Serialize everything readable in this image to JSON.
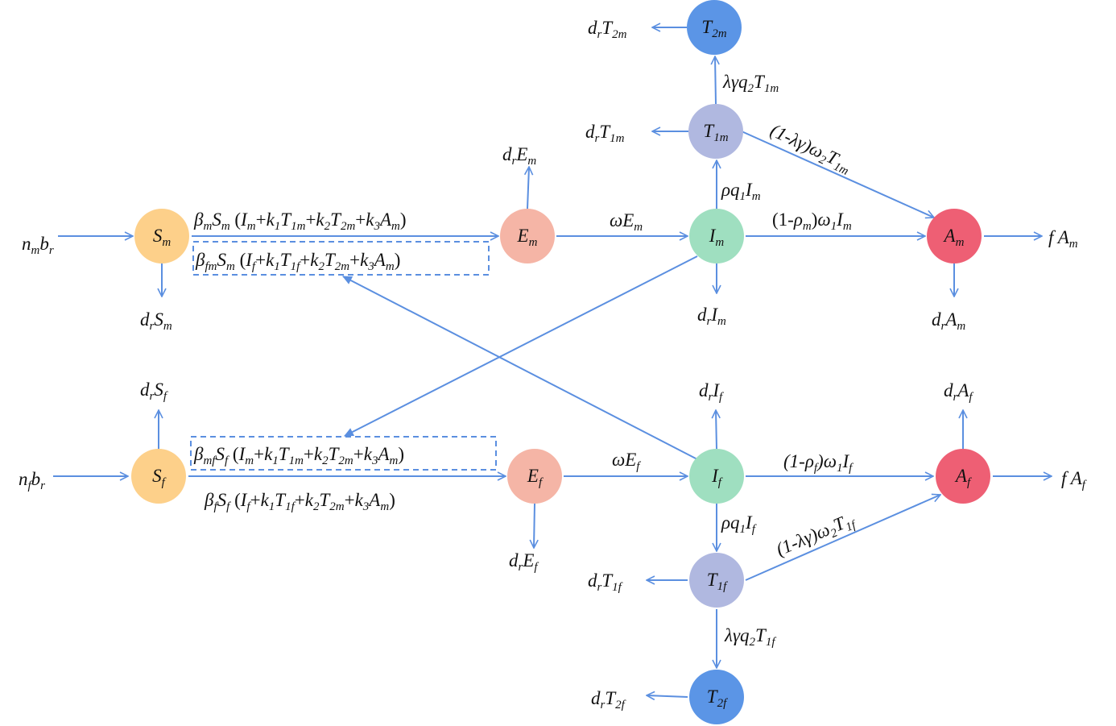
{
  "colors": {
    "arrow": "#5b8fe0",
    "susceptible": "#fdd08a",
    "exposed": "#f5b5a6",
    "infected": "#9fdfc0",
    "treated1": "#b0b8e0",
    "treated2": "#5b95e6",
    "aids": "#ee5f74"
  },
  "nodes": [
    {
      "id": "Sm",
      "base": "S",
      "sub": "m",
      "fill": "susceptible"
    },
    {
      "id": "Em",
      "base": "E",
      "sub": "m",
      "fill": "exposed"
    },
    {
      "id": "Im",
      "base": "I",
      "sub": "m",
      "fill": "infected"
    },
    {
      "id": "Am",
      "base": "A",
      "sub": "m",
      "fill": "aids"
    },
    {
      "id": "T1m",
      "base": "T",
      "sub": "1m",
      "fill": "treated1"
    },
    {
      "id": "T2m",
      "base": "T",
      "sub": "2m",
      "fill": "treated2"
    },
    {
      "id": "Sf",
      "base": "S",
      "sub": "f",
      "fill": "susceptible"
    },
    {
      "id": "Ef",
      "base": "E",
      "sub": "f",
      "fill": "exposed"
    },
    {
      "id": "If",
      "base": "I",
      "sub": "f",
      "fill": "infected"
    },
    {
      "id": "Af",
      "base": "A",
      "sub": "f",
      "fill": "aids"
    },
    {
      "id": "T1f",
      "base": "T",
      "sub": "1f",
      "fill": "treated1"
    },
    {
      "id": "T2f",
      "base": "T",
      "sub": "2f",
      "fill": "treated2"
    }
  ],
  "labels": [
    {
      "id": "inflow-m",
      "parts": [
        [
          "n",
          "i"
        ],
        [
          "m",
          "s"
        ],
        [
          "b",
          "i"
        ],
        [
          "r",
          "s"
        ]
      ]
    },
    {
      "id": "death-Sm",
      "parts": [
        [
          "d",
          "i"
        ],
        [
          "r",
          "s"
        ],
        [
          "S",
          "i"
        ],
        [
          "m",
          "s"
        ]
      ]
    },
    {
      "id": "death-Em",
      "parts": [
        [
          "d",
          "i"
        ],
        [
          "r",
          "s"
        ],
        [
          "E",
          "i"
        ],
        [
          "m",
          "s"
        ]
      ]
    },
    {
      "id": "death-Im",
      "parts": [
        [
          "d",
          "i"
        ],
        [
          "r",
          "s"
        ],
        [
          "I",
          "i"
        ],
        [
          "m",
          "s"
        ]
      ]
    },
    {
      "id": "death-Am",
      "parts": [
        [
          "d",
          "i"
        ],
        [
          "r",
          "s"
        ],
        [
          "A",
          "i"
        ],
        [
          "m",
          "s"
        ]
      ]
    },
    {
      "id": "death-T1m",
      "parts": [
        [
          "d",
          "i"
        ],
        [
          "r",
          "s"
        ],
        [
          "T",
          "i"
        ],
        [
          "1m",
          "s"
        ]
      ]
    },
    {
      "id": "death-T2m",
      "parts": [
        [
          "d",
          "i"
        ],
        [
          "r",
          "s"
        ],
        [
          "T",
          "i"
        ],
        [
          "2m",
          "s"
        ]
      ]
    },
    {
      "id": "out-Am",
      "parts": [
        [
          "f A",
          "i"
        ],
        [
          "m",
          "s"
        ]
      ]
    },
    {
      "id": "infect-mm",
      "parts": [
        [
          "β",
          "i"
        ],
        [
          "m",
          "s"
        ],
        [
          "S",
          "i"
        ],
        [
          "m",
          "s"
        ],
        [
          "  (",
          "n"
        ],
        [
          "I",
          "i"
        ],
        [
          "m",
          "s"
        ],
        [
          "+",
          "n"
        ],
        [
          "k",
          "i"
        ],
        [
          "1",
          "s"
        ],
        [
          "T",
          "i"
        ],
        [
          "1m",
          "s"
        ],
        [
          "+",
          "n"
        ],
        [
          "k",
          "i"
        ],
        [
          "2",
          "s"
        ],
        [
          "T",
          "i"
        ],
        [
          "2m",
          "s"
        ],
        [
          "+",
          "n"
        ],
        [
          "k",
          "i"
        ],
        [
          "3",
          "s"
        ],
        [
          "A",
          "i"
        ],
        [
          "m",
          "s"
        ],
        [
          ")",
          "n"
        ]
      ]
    },
    {
      "id": "infect-fm",
      "parts": [
        [
          "β",
          "i"
        ],
        [
          "fm",
          "s"
        ],
        [
          "S",
          "i"
        ],
        [
          "m",
          "s"
        ],
        [
          "  (",
          "n"
        ],
        [
          "I",
          "i"
        ],
        [
          "f",
          "s"
        ],
        [
          "+",
          "n"
        ],
        [
          "k",
          "i"
        ],
        [
          "1",
          "s"
        ],
        [
          "T",
          "i"
        ],
        [
          "1f",
          "s"
        ],
        [
          "+",
          "n"
        ],
        [
          "k",
          "i"
        ],
        [
          "2",
          "s"
        ],
        [
          "T",
          "i"
        ],
        [
          "2m",
          "s"
        ],
        [
          "+",
          "n"
        ],
        [
          "k",
          "i"
        ],
        [
          "3",
          "s"
        ],
        [
          "A",
          "i"
        ],
        [
          "m",
          "s"
        ],
        [
          ")",
          "n"
        ]
      ]
    },
    {
      "id": "prog-Em",
      "parts": [
        [
          "ωE",
          "i"
        ],
        [
          "m",
          "s"
        ]
      ]
    },
    {
      "id": "prog-Im-Am",
      "parts": [
        [
          "(1-",
          "n"
        ],
        [
          "ρ",
          "i"
        ],
        [
          "m",
          "s"
        ],
        [
          ")",
          "n"
        ],
        [
          "ω",
          "i"
        ],
        [
          "1",
          "s"
        ],
        [
          "I",
          "i"
        ],
        [
          "m",
          "s"
        ]
      ]
    },
    {
      "id": "treat-Im",
      "parts": [
        [
          "ρq",
          "i"
        ],
        [
          "1",
          "s"
        ],
        [
          "I",
          "i"
        ],
        [
          "m",
          "s"
        ]
      ]
    },
    {
      "id": "treat-T1m-T2m",
      "parts": [
        [
          "λγq",
          "i"
        ],
        [
          "2",
          "s"
        ],
        [
          "T",
          "i"
        ],
        [
          "1m",
          "s"
        ]
      ]
    },
    {
      "id": "fail-T1m",
      "parts": [
        [
          "(1-λγ)ω",
          "i"
        ],
        [
          "2",
          "s"
        ],
        [
          "T",
          "i"
        ],
        [
          "1m",
          "s"
        ]
      ]
    },
    {
      "id": "inflow-f",
      "parts": [
        [
          "n",
          "i"
        ],
        [
          "f",
          "s"
        ],
        [
          "b",
          "i"
        ],
        [
          "r",
          "s"
        ]
      ]
    },
    {
      "id": "death-Sf",
      "parts": [
        [
          "d",
          "i"
        ],
        [
          "r",
          "s"
        ],
        [
          "S",
          "i"
        ],
        [
          "f",
          "s"
        ]
      ]
    },
    {
      "id": "death-Ef",
      "parts": [
        [
          "d",
          "i"
        ],
        [
          "r",
          "s"
        ],
        [
          "E",
          "i"
        ],
        [
          "f",
          "s"
        ]
      ]
    },
    {
      "id": "death-If",
      "parts": [
        [
          "d",
          "i"
        ],
        [
          "r",
          "s"
        ],
        [
          "I",
          "i"
        ],
        [
          "f",
          "s"
        ]
      ]
    },
    {
      "id": "death-Af",
      "parts": [
        [
          "d",
          "i"
        ],
        [
          "r",
          "s"
        ],
        [
          "A",
          "i"
        ],
        [
          "f",
          "s"
        ]
      ]
    },
    {
      "id": "death-T1f",
      "parts": [
        [
          "d",
          "i"
        ],
        [
          "r",
          "s"
        ],
        [
          "T",
          "i"
        ],
        [
          "1f",
          "s"
        ]
      ]
    },
    {
      "id": "death-T2f",
      "parts": [
        [
          "d",
          "i"
        ],
        [
          "r",
          "s"
        ],
        [
          "T",
          "i"
        ],
        [
          "2f",
          "s"
        ]
      ]
    },
    {
      "id": "out-Af",
      "parts": [
        [
          "f A",
          "i"
        ],
        [
          "f",
          "s"
        ]
      ]
    },
    {
      "id": "infect-mf",
      "parts": [
        [
          "β",
          "i"
        ],
        [
          "mf",
          "s"
        ],
        [
          "S",
          "i"
        ],
        [
          "f",
          "s"
        ],
        [
          "  (",
          "n"
        ],
        [
          "I",
          "i"
        ],
        [
          "m",
          "s"
        ],
        [
          "+",
          "n"
        ],
        [
          "k",
          "i"
        ],
        [
          "1",
          "s"
        ],
        [
          "T",
          "i"
        ],
        [
          "1m",
          "s"
        ],
        [
          "+",
          "n"
        ],
        [
          "k",
          "i"
        ],
        [
          "2",
          "s"
        ],
        [
          "T",
          "i"
        ],
        [
          "2m",
          "s"
        ],
        [
          "+",
          "n"
        ],
        [
          "k",
          "i"
        ],
        [
          "3",
          "s"
        ],
        [
          "A",
          "i"
        ],
        [
          "m",
          "s"
        ],
        [
          ")",
          "n"
        ]
      ]
    },
    {
      "id": "infect-ff",
      "parts": [
        [
          "β",
          "i"
        ],
        [
          "f",
          "s"
        ],
        [
          "S",
          "i"
        ],
        [
          "f",
          "s"
        ],
        [
          "  (",
          "n"
        ],
        [
          "I",
          "i"
        ],
        [
          "f",
          "s"
        ],
        [
          "+",
          "n"
        ],
        [
          "k",
          "i"
        ],
        [
          "1",
          "s"
        ],
        [
          "T",
          "i"
        ],
        [
          "1f",
          "s"
        ],
        [
          "+",
          "n"
        ],
        [
          "k",
          "i"
        ],
        [
          "2",
          "s"
        ],
        [
          "T",
          "i"
        ],
        [
          "2m",
          "s"
        ],
        [
          "+",
          "n"
        ],
        [
          "k",
          "i"
        ],
        [
          "3",
          "s"
        ],
        [
          "A",
          "i"
        ],
        [
          "m",
          "s"
        ],
        [
          ")",
          "n"
        ]
      ]
    },
    {
      "id": "prog-Ef",
      "parts": [
        [
          "ωE",
          "i"
        ],
        [
          "f",
          "s"
        ]
      ]
    },
    {
      "id": "prog-If-Af",
      "parts": [
        [
          "(1-",
          "i"
        ],
        [
          "ρ",
          "i"
        ],
        [
          "f",
          "s"
        ],
        [
          ")",
          "i"
        ],
        [
          "ω",
          "i"
        ],
        [
          "1",
          "s"
        ],
        [
          "I",
          "i"
        ],
        [
          "f",
          "s"
        ]
      ]
    },
    {
      "id": "treat-If",
      "parts": [
        [
          "ρq",
          "i"
        ],
        [
          "1",
          "s"
        ],
        [
          "I",
          "i"
        ],
        [
          "f",
          "s"
        ]
      ]
    },
    {
      "id": "treat-T1f-T2f",
      "parts": [
        [
          "λγq",
          "i"
        ],
        [
          "2",
          "s"
        ],
        [
          "T",
          "i"
        ],
        [
          "1f",
          "s"
        ]
      ]
    },
    {
      "id": "fail-T1f",
      "parts": [
        [
          "(1-λγ)ω",
          "i"
        ],
        [
          "2",
          "s"
        ],
        [
          "T",
          "i"
        ],
        [
          "1f",
          "s"
        ]
      ]
    }
  ]
}
